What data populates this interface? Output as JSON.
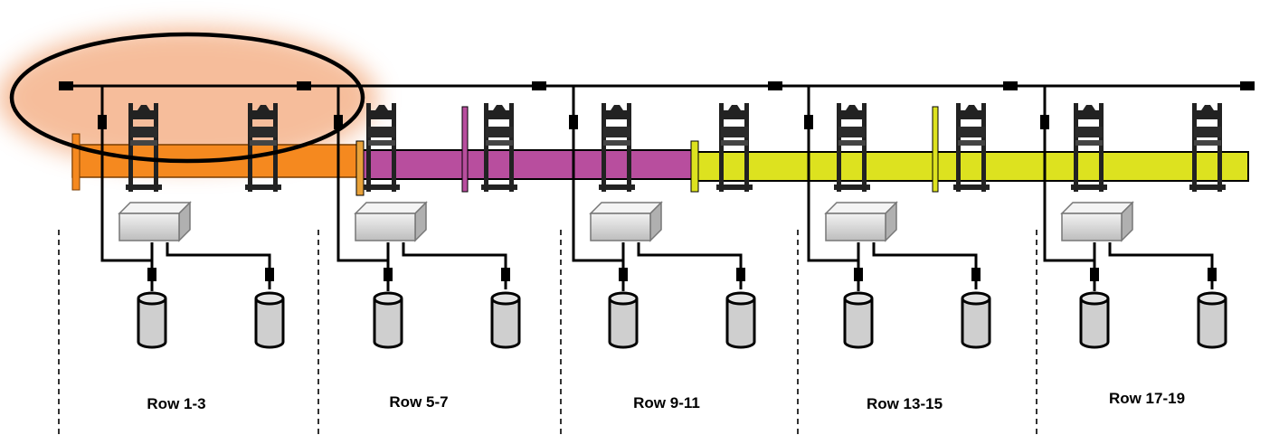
{
  "sections": [
    {
      "label": "Row 1-3",
      "pipe_color": "#f5891f"
    },
    {
      "label": "Row 5-7",
      "pipe_color": "#b84e9e"
    },
    {
      "label": "Row 9-11",
      "pipe_color": "#b84e9e"
    },
    {
      "label": "Row 13-15",
      "pipe_color": "#dde21f"
    },
    {
      "label": "Row 17-19",
      "pipe_color": "#dde21f"
    }
  ],
  "colors": {
    "segment_orange": "#f5891f",
    "segment_purple": "#b84e9e",
    "segment_yellow": "#dde21f",
    "highlight_glow": "#f3a87a",
    "line": "#000000",
    "device_fill": "#cfcfcf"
  },
  "icons": [
    "network-bus",
    "rack-frame",
    "switch-box",
    "storage-cylinder",
    "highlight-ellipse"
  ]
}
